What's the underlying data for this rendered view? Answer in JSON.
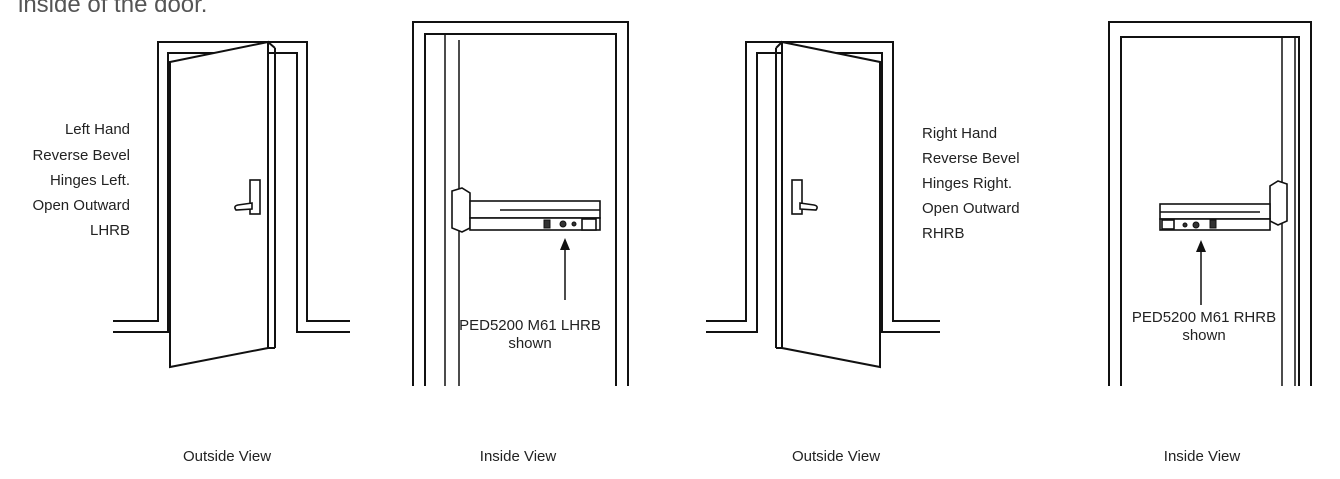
{
  "intro_text": "inside of the door.",
  "panels": [
    {
      "desc_lines": [
        "Left Hand",
        "Reverse Bevel",
        "Hinges Left.",
        "Open Outward",
        "LHRB"
      ],
      "caption": "Outside View"
    },
    {
      "callout_lines": [
        "PED5200 M61 LHRB",
        "shown"
      ],
      "caption": "Inside View"
    },
    {
      "desc_lines": [
        "Right Hand",
        "Reverse Bevel",
        "Hinges Right.",
        "Open Outward",
        "RHRB"
      ],
      "caption": "Outside View"
    },
    {
      "callout_lines": [
        "PED5200 M61 RHRB",
        "shown"
      ],
      "caption": "Inside View"
    }
  ]
}
